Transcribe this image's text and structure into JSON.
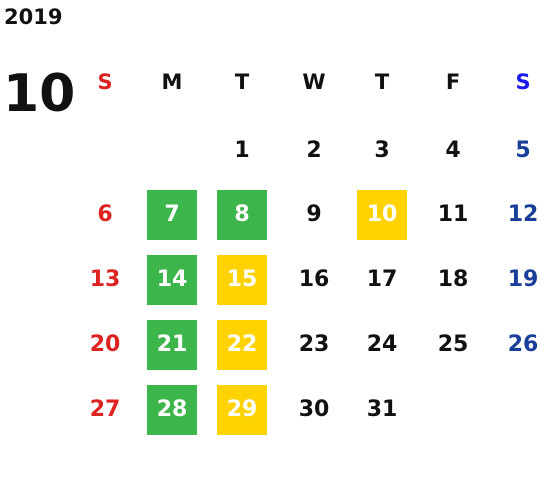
{
  "calendar": {
    "year": "2019",
    "month": "10",
    "weekday_headers": [
      "S",
      "M",
      "T",
      "W",
      "T",
      "F",
      "S"
    ],
    "weeks": [
      [
        "",
        "",
        "1",
        "2",
        "3",
        "4",
        "5"
      ],
      [
        "6",
        "7",
        "8",
        "9",
        "10",
        "11",
        "12"
      ],
      [
        "13",
        "14",
        "15",
        "16",
        "17",
        "18",
        "19"
      ],
      [
        "20",
        "21",
        "22",
        "23",
        "24",
        "25",
        "26"
      ],
      [
        "27",
        "28",
        "29",
        "30",
        "31",
        "",
        ""
      ]
    ],
    "highlight_green": [
      "7",
      "8",
      "14",
      "21",
      "28"
    ],
    "highlight_yellow": [
      "10",
      "15",
      "22",
      "29"
    ]
  },
  "colors": {
    "sunday": "#dd2222",
    "saturday_header": "#1a1aee",
    "saturday": "#1a3f99",
    "weekday": "#111111",
    "green": "#3cb54a",
    "yellow": "#ffd200",
    "highlight_text": "#ffffff"
  }
}
